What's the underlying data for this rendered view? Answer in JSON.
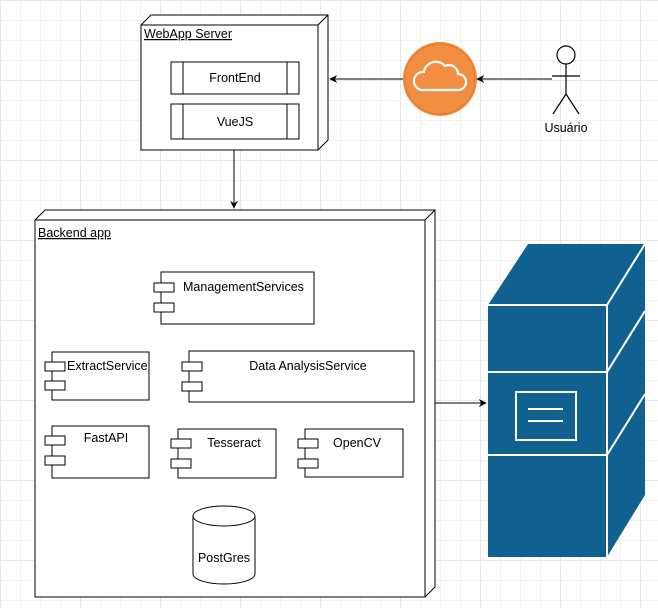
{
  "nodes": {
    "webapp_server": "WebApp Server",
    "frontend": "FrontEnd",
    "vuejs": "VueJS",
    "backend_app": "Backend app",
    "management_services": "ManagementServices",
    "extract_service": "ExtractService",
    "data_analysis_service": "Data AnalysisService",
    "fastapi": "FastAPI",
    "tesseract": "Tesseract",
    "opencv": "OpenCV",
    "postgres": "PostGres",
    "usuario": "Usuário"
  },
  "icons": {
    "cloud": "cloud-icon",
    "actor": "actor-icon",
    "server": "server-icon"
  },
  "colors": {
    "cloud_fill": "#F08A3E",
    "cloud_stroke": "#E57A2B",
    "server_fill": "#10618F",
    "server_line": "#FFFFFF",
    "stroke": "#000000"
  }
}
